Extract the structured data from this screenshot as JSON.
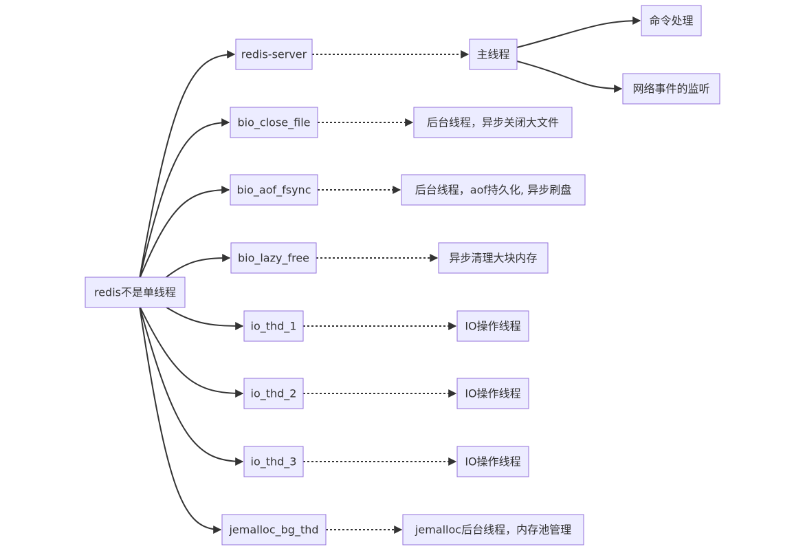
{
  "diagram": {
    "nodes": [
      {
        "id": "root",
        "label": "redis不是单线程"
      },
      {
        "id": "redis_server",
        "label": "redis-server"
      },
      {
        "id": "main_thread",
        "label": "主线程"
      },
      {
        "id": "cmd",
        "label": "命令处理"
      },
      {
        "id": "net",
        "label": "网络事件的监听"
      },
      {
        "id": "bio_close_file",
        "label": "bio_close_file"
      },
      {
        "id": "bio_close_desc",
        "label": "后台线程，异步关闭大文件"
      },
      {
        "id": "bio_aof_fsync",
        "label": "bio_aof_fsync"
      },
      {
        "id": "bio_aof_desc",
        "label": "后台线程，aof持久化, 异步刷盘"
      },
      {
        "id": "bio_lazy_free",
        "label": "bio_lazy_free"
      },
      {
        "id": "bio_lazy_desc",
        "label": "异步清理大块内存"
      },
      {
        "id": "io_thd_1",
        "label": "io_thd_1"
      },
      {
        "id": "io1_desc",
        "label": "IO操作线程"
      },
      {
        "id": "io_thd_2",
        "label": "io_thd_2"
      },
      {
        "id": "io2_desc",
        "label": "IO操作线程"
      },
      {
        "id": "io_thd_3",
        "label": "io_thd_3"
      },
      {
        "id": "io3_desc",
        "label": "IO操作线程"
      },
      {
        "id": "jemalloc_bg_thd",
        "label": "jemalloc_bg_thd"
      },
      {
        "id": "jemalloc_desc",
        "label": "jemalloc后台线程，内存池管理"
      }
    ],
    "edges": [
      {
        "from": "root",
        "to": "redis_server",
        "style": "solid"
      },
      {
        "from": "root",
        "to": "bio_close_file",
        "style": "solid"
      },
      {
        "from": "root",
        "to": "bio_aof_fsync",
        "style": "solid"
      },
      {
        "from": "root",
        "to": "bio_lazy_free",
        "style": "solid"
      },
      {
        "from": "root",
        "to": "io_thd_1",
        "style": "solid"
      },
      {
        "from": "root",
        "to": "io_thd_2",
        "style": "solid"
      },
      {
        "from": "root",
        "to": "io_thd_3",
        "style": "solid"
      },
      {
        "from": "root",
        "to": "jemalloc_bg_thd",
        "style": "solid"
      },
      {
        "from": "redis_server",
        "to": "main_thread",
        "style": "dotted"
      },
      {
        "from": "main_thread",
        "to": "cmd",
        "style": "solid"
      },
      {
        "from": "main_thread",
        "to": "net",
        "style": "solid"
      },
      {
        "from": "bio_close_file",
        "to": "bio_close_desc",
        "style": "dotted"
      },
      {
        "from": "bio_aof_fsync",
        "to": "bio_aof_desc",
        "style": "dotted"
      },
      {
        "from": "bio_lazy_free",
        "to": "bio_lazy_desc",
        "style": "dotted"
      },
      {
        "from": "io_thd_1",
        "to": "io1_desc",
        "style": "dotted"
      },
      {
        "from": "io_thd_2",
        "to": "io2_desc",
        "style": "dotted"
      },
      {
        "from": "io_thd_3",
        "to": "io3_desc",
        "style": "dotted"
      },
      {
        "from": "jemalloc_bg_thd",
        "to": "jemalloc_desc",
        "style": "dotted"
      }
    ]
  }
}
